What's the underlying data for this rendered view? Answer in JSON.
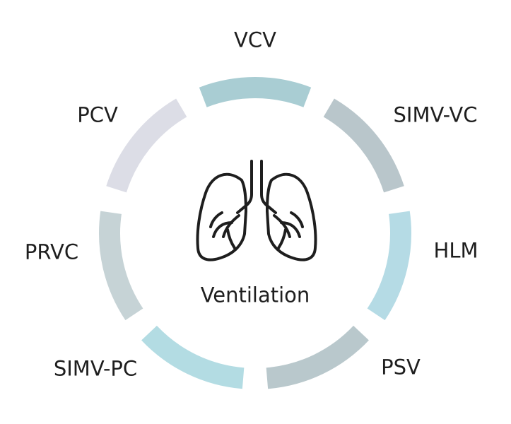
{
  "center": {
    "title": "Ventilation",
    "icon": "lungs-icon"
  },
  "modes": [
    {
      "label": "VCV",
      "color": "#a9cdd3"
    },
    {
      "label": "SIMV-VC",
      "color": "#b9c6cb"
    },
    {
      "label": "HLM",
      "color": "#b5dbe5"
    },
    {
      "label": "PSV",
      "color": "#b9c8cc"
    },
    {
      "label": "SIMV-PC",
      "color": "#b3dce3"
    },
    {
      "label": "PRVC",
      "color": "#c6d3d6"
    },
    {
      "label": "PCV",
      "color": "#dcdde6"
    }
  ]
}
